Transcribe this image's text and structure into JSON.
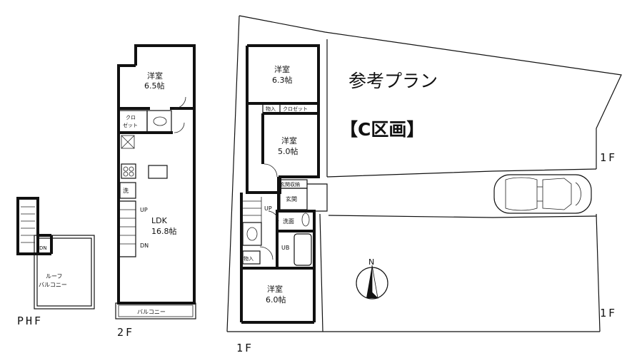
{
  "title": "参考プラン",
  "block": "【C区画】",
  "floors": {
    "phf": "PHF",
    "f2": "2F",
    "f1": "1F",
    "site_upper": "1F",
    "site_lower": "1F"
  },
  "phf": {
    "dn": "DN",
    "roof_balcony_line1": "ルーフ",
    "roof_balcony_line2": "バルコニー"
  },
  "f2": {
    "bedroom": "洋室",
    "bedroom_size": "6.5帖",
    "closet_line1": "クロ",
    "closet_line2": "ゼット",
    "washer": "洗",
    "up": "UP",
    "dn": "DN",
    "ldk": "LDK",
    "ldk_size": "16.8帖",
    "balcony": "バルコニー"
  },
  "f1": {
    "bedroom_a": "洋室",
    "bedroom_a_size": "6.3帖",
    "storage": "物入",
    "closet": "クロゼット",
    "bedroom_b": "洋室",
    "bedroom_b_size": "5.0帖",
    "shoe_storage": "玄関収納",
    "entrance": "玄関",
    "up": "UP",
    "washroom": "洗面",
    "ub": "UB",
    "storage2": "物入",
    "bedroom_c": "洋室",
    "bedroom_c_size": "6.0帖"
  },
  "compass": "N"
}
